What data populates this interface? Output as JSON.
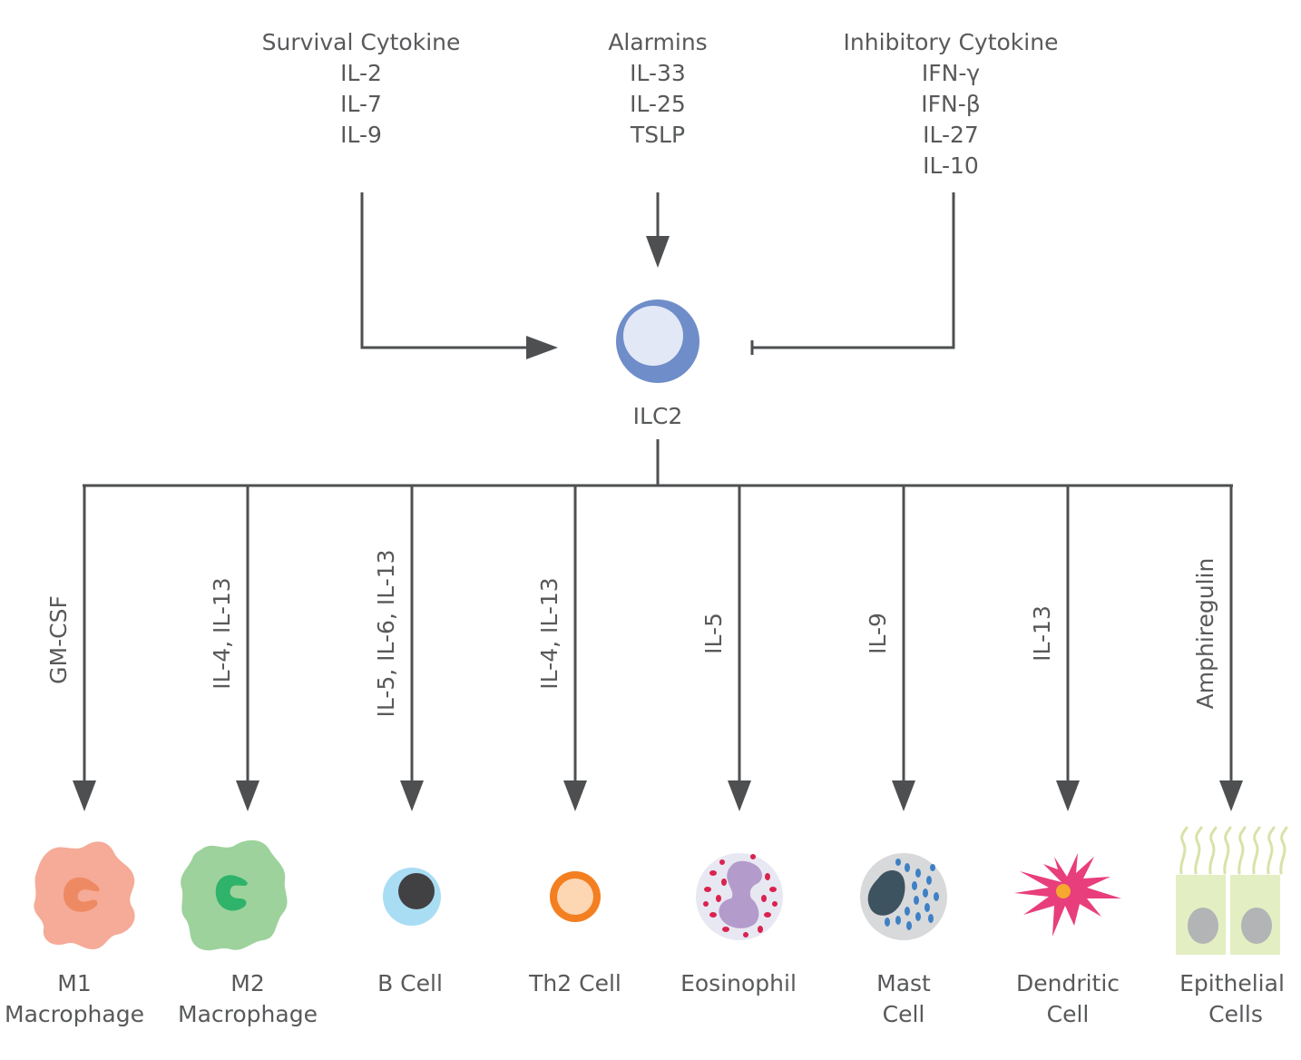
{
  "inputs": {
    "survival": {
      "title": "Survival Cytokine",
      "items": [
        "IL-2",
        "IL-7",
        "IL-9"
      ]
    },
    "alarmins": {
      "title": "Alarmins",
      "items": [
        "IL-33",
        "IL-25",
        "TSLP"
      ]
    },
    "inhibitory": {
      "title": "Inhibitory Cytokine",
      "items": [
        "IFN-γ",
        "IFN-β",
        "IL-27",
        "IL-10"
      ]
    }
  },
  "center": {
    "label": "ILC2",
    "colors": {
      "ring": "#6f8dc9",
      "core": "#e3e8f6"
    }
  },
  "targets": [
    {
      "signal": "GM-CSF",
      "name_line1": "M1",
      "name_line2": "Macrophage",
      "icon": "m1-macrophage-icon"
    },
    {
      "signal": "IL-4, IL-13",
      "name_line1": "M2",
      "name_line2": "Macrophage",
      "icon": "m2-macrophage-icon"
    },
    {
      "signal": "IL-5, IL-6, IL-13",
      "name_line1": "B Cell",
      "name_line2": "",
      "icon": "b-cell-icon"
    },
    {
      "signal": "IL-4, IL-13",
      "name_line1": "Th2 Cell",
      "name_line2": "",
      "icon": "th2-cell-icon"
    },
    {
      "signal": "IL-5",
      "name_line1": "Eosinophil",
      "name_line2": "",
      "icon": "eosinophil-icon"
    },
    {
      "signal": "IL-9",
      "name_line1": "Mast",
      "name_line2": "Cell",
      "icon": "mast-cell-icon"
    },
    {
      "signal": "IL-13",
      "name_line1": "Dendritic",
      "name_line2": "Cell",
      "icon": "dendritic-cell-icon"
    },
    {
      "signal": "Amphiregulin",
      "name_line1": "Epithelial",
      "name_line2": "Cells",
      "icon": "epithelial-cells-icon"
    }
  ],
  "colors": {
    "line": "#4d4f51",
    "text": "#58595b",
    "m1": "#f5ab97",
    "m1_nucleus": "#ee8a63",
    "m2": "#9dd29c",
    "m2_nucleus": "#2fb36a",
    "b_cell": "#a9ddf3",
    "b_nucleus": "#414042",
    "th2_ring": "#f37f21",
    "th2_core": "#fdd6b4",
    "eosinophil_bg": "#e8e8f3",
    "eosinophil_nucleus": "#b39ccb",
    "eosinophil_granule": "#d9234e",
    "mast_bg": "#d8d9db",
    "mast_nucleus": "#3e5360",
    "mast_granule": "#3e80c4",
    "dendritic": "#e83e7b",
    "dendritic_core": "#f7a92f",
    "epithelial": "#e3efc2",
    "epithelial_nucleus": "#b3b4b6",
    "cilia": "#d6e3a7"
  }
}
